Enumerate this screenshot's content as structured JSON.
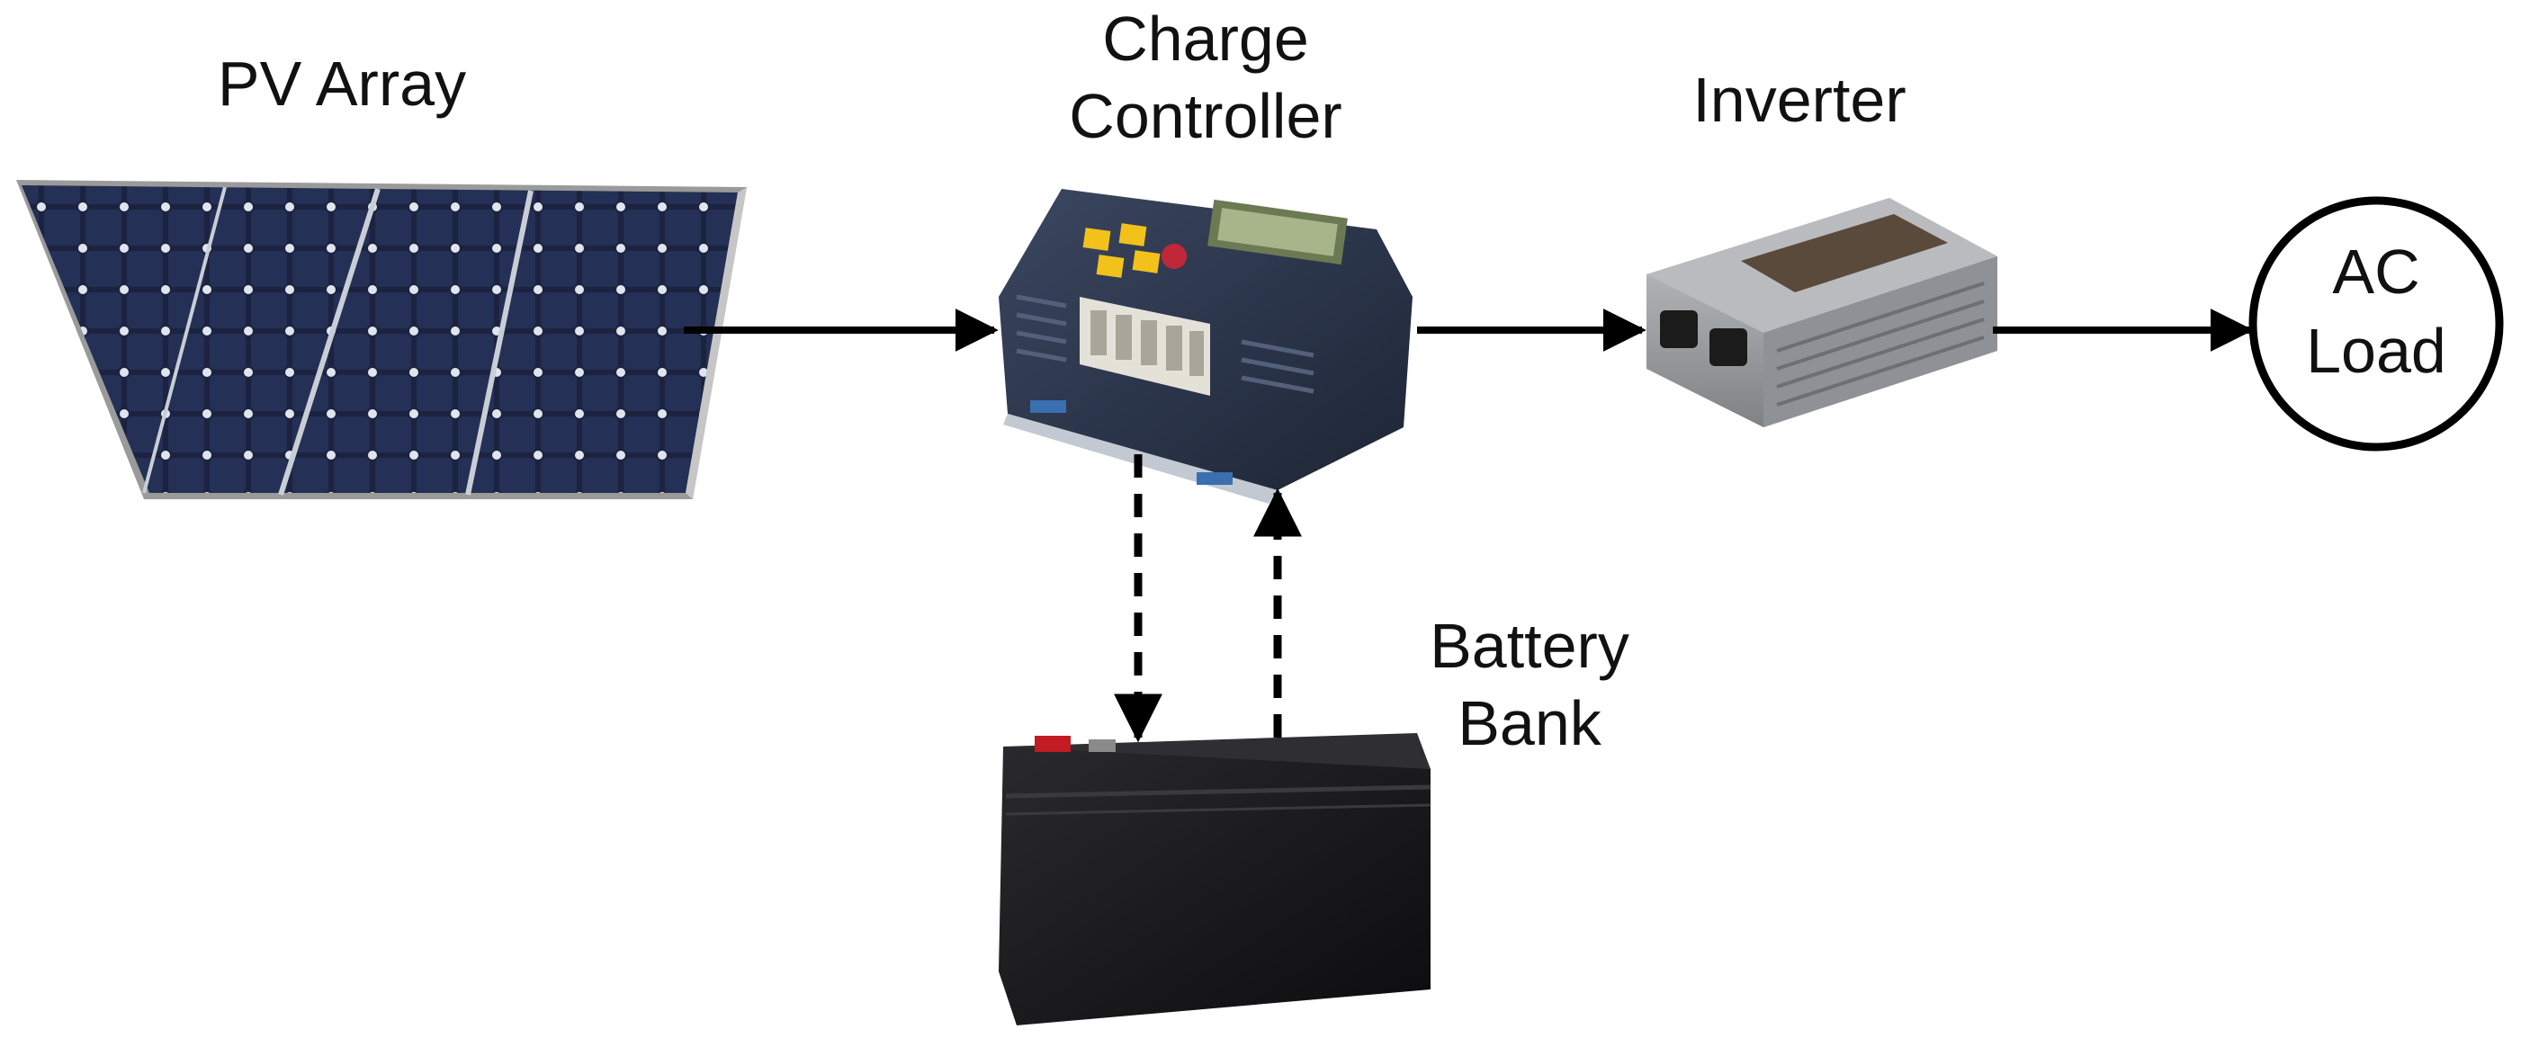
{
  "components": {
    "pv_array": {
      "label": "PV Array"
    },
    "charge_controller": {
      "line1": "Charge",
      "line2": "Controller"
    },
    "inverter": {
      "label": "Inverter"
    },
    "battery_bank": {
      "line1": "Battery",
      "line2": "Bank"
    },
    "ac_load": {
      "line1": "AC",
      "line2": "Load"
    }
  },
  "connections": [
    {
      "from": "pv_array",
      "to": "charge_controller",
      "style": "solid"
    },
    {
      "from": "charge_controller",
      "to": "inverter",
      "style": "solid"
    },
    {
      "from": "inverter",
      "to": "ac_load",
      "style": "solid"
    },
    {
      "from": "charge_controller",
      "to": "battery_bank",
      "style": "dashed"
    },
    {
      "from": "battery_bank",
      "to": "charge_controller",
      "style": "dashed"
    }
  ],
  "colors": {
    "line": "#000000",
    "panel_cell": "#1c2340",
    "panel_frame": "#9a9a9a",
    "controller_body": "#2b3548",
    "controller_buttons": "#f2c21b",
    "inverter_body": "#9ea1a4",
    "battery_body": "#141416"
  }
}
